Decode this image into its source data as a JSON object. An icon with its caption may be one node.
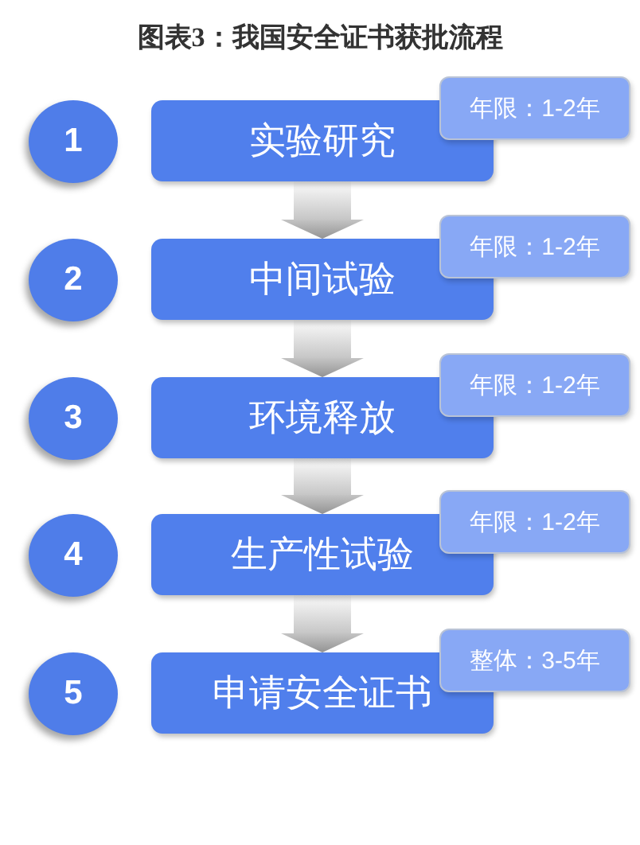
{
  "diagram": {
    "title": "图表3：我国安全证书获批流程",
    "nodes": [
      {
        "text": [
          "1"
        ]
      },
      {
        "text": [
          "实验研究"
        ]
      },
      {
        "text": [
          "年限：1-2年"
        ]
      },
      {
        "text": [
          "2"
        ]
      },
      {
        "text": [
          "中间试验"
        ]
      },
      {
        "text": [
          "年限：1-2年"
        ]
      },
      {
        "text": [
          "3"
        ]
      },
      {
        "text": [
          "环境释放"
        ]
      },
      {
        "text": [
          "年限：1-2年"
        ]
      },
      {
        "text": [
          "4"
        ]
      },
      {
        "text": [
          "生产性试验"
        ]
      },
      {
        "text": [
          "年限：1-2年"
        ]
      },
      {
        "text": [
          "5"
        ]
      },
      {
        "text": [
          "申请安全证书"
        ]
      },
      {
        "text": [
          "整体：3-5年"
        ]
      }
    ],
    "edges": [
      {
        "from": 1,
        "to": 4,
        "arrow": "to"
      },
      {
        "from": 4,
        "to": 7,
        "arrow": "to"
      },
      {
        "from": 7,
        "to": 10,
        "arrow": "to"
      },
      {
        "from": 10,
        "to": 13,
        "arrow": "to"
      }
    ]
  }
}
